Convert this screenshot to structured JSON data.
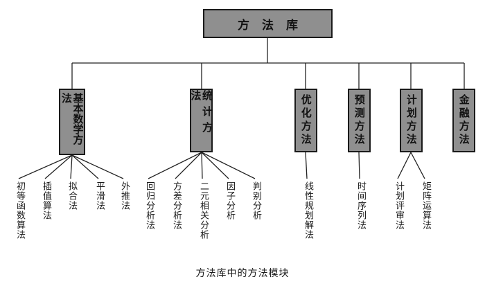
{
  "root": "方法库",
  "modules": [
    {
      "label": "基本数学方法",
      "children": [
        "初等函数算法",
        "插值算法",
        "拟合法",
        "平滑法",
        "外推法"
      ]
    },
    {
      "label": "统计方法",
      "children": [
        "回归分析法",
        "方差分析法",
        "二元相关分析",
        "因子分析",
        "判别分析"
      ]
    },
    {
      "label": "优化方法",
      "children": [
        "线性规划解法"
      ]
    },
    {
      "label": "预测方法",
      "children": [
        "时间序列法"
      ]
    },
    {
      "label": "计划方法",
      "children": [
        "计划评审法",
        "矩阵运算法"
      ]
    },
    {
      "label": "金融方法",
      "children": []
    }
  ],
  "caption": "方法库中的方法模块"
}
